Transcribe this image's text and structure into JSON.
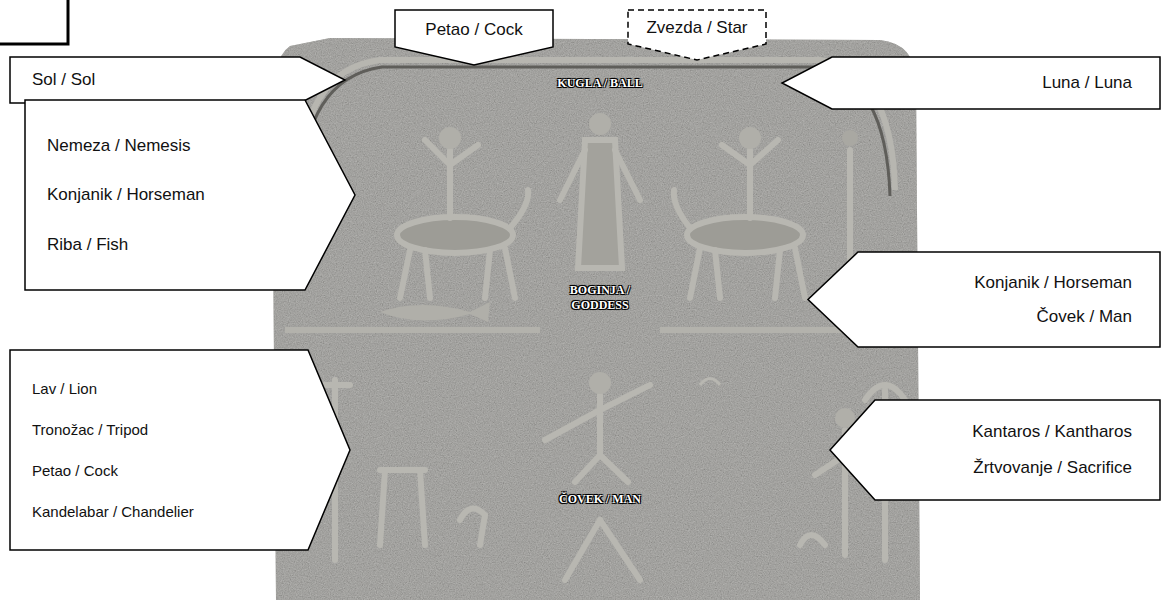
{
  "diagram": {
    "nodes": [
      {
        "text": [
          "Petao / Cock"
        ]
      },
      {
        "text": [
          "Zvezda / Star"
        ]
      },
      {
        "text": [
          "Sol / Sol"
        ]
      },
      {
        "text": [
          "Luna / Luna"
        ]
      },
      {
        "text": [
          "Nemeza / Nemesis",
          "Konjanik / Horseman",
          "Riba / Fish"
        ]
      },
      {
        "text": [
          "Konjanik / Horseman",
          "Čovek / Man"
        ]
      },
      {
        "text": [
          "Lav / Lion",
          "Tronožac / Tripod",
          "Petao / Cock",
          "Kandelabar / Chandelier"
        ]
      },
      {
        "text": [
          "Kantaros / Kantharos",
          "Žrtvovanje / Sacrifice"
        ]
      }
    ],
    "labels": [
      "KUGLA / BALL",
      "BOGINJA / GODDESS",
      "ČOVEK / MAN"
    ]
  }
}
